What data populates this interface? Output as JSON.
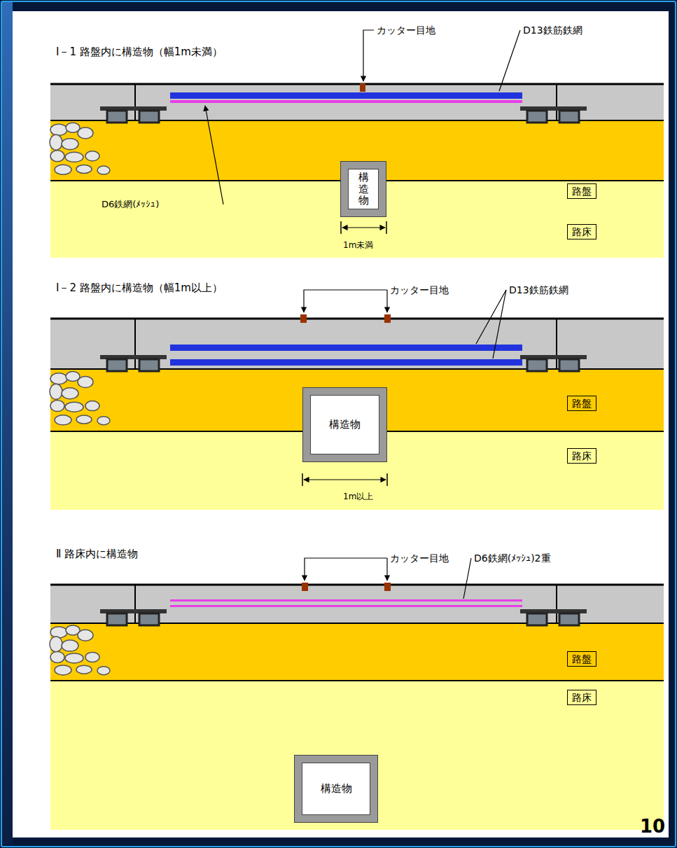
{
  "diagram": {
    "nodes": [
      {
        "text": [
          "路盤"
        ]
      },
      {
        "text": [
          "構造物"
        ]
      },
      {
        "text": [
          "路床"
        ]
      },
      {
        "text": [
          "路盤"
        ]
      },
      {
        "text": [
          "構造物"
        ]
      },
      {
        "text": [
          "路床"
        ]
      },
      {
        "text": [
          "路盤"
        ]
      },
      {
        "text": [
          "路床"
        ]
      },
      {
        "text": [
          "構造物"
        ]
      }
    ],
    "labels": [
      "Ⅰ－1 路盤内に構造物（幅1m未満）",
      "カッター目地",
      "D13鉄筋鉄網",
      "D6鉄網(ﾒｯｼｭ)",
      "1m未満",
      "Ⅰ－2 路盤内に構造物（幅1m以上）",
      "カッター目地",
      "D13鉄筋鉄網",
      "1m以上",
      "Ⅱ 路床内に構造物",
      "カッター目地",
      "D6鉄網(ﾒｯｼｭ)2重",
      "10"
    ]
  }
}
